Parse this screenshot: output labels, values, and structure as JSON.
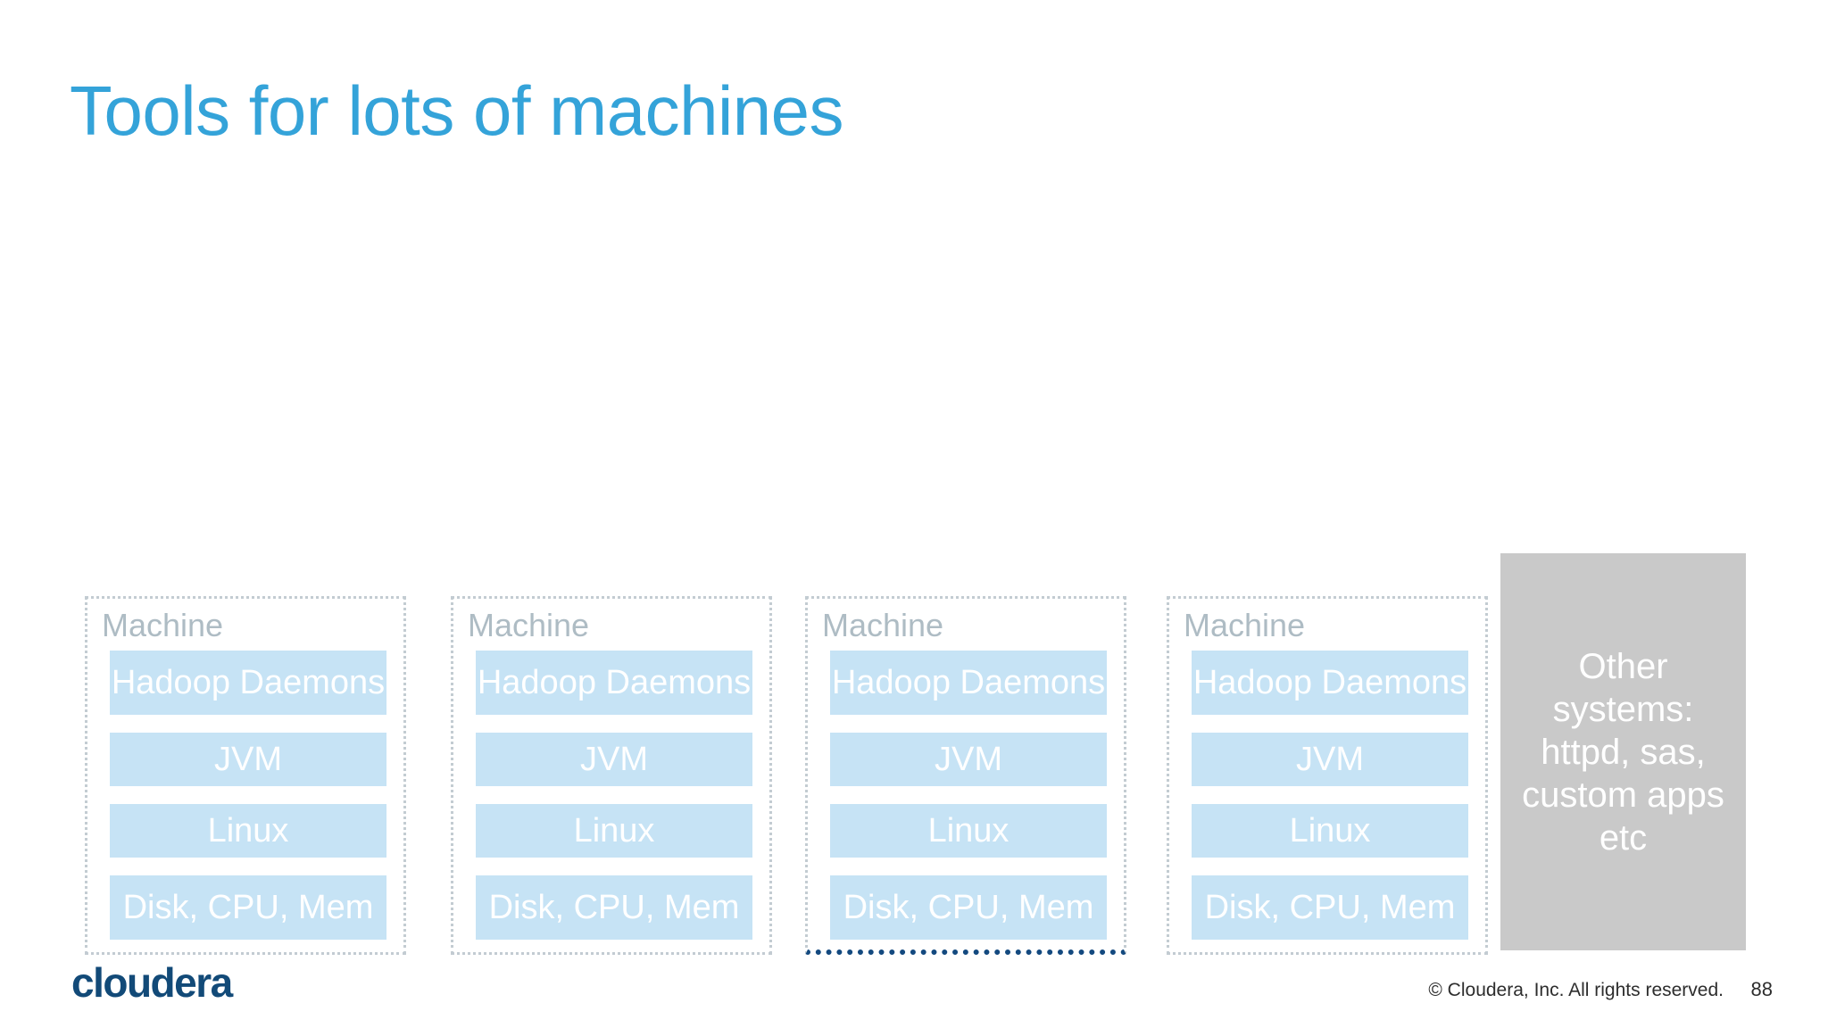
{
  "slide": {
    "title": "Tools for lots of machines",
    "background_color": "#ffffff",
    "title_color": "#34a3d9"
  },
  "machines": [
    {
      "label": "Machine",
      "highlighted": false,
      "layers": [
        {
          "name": "Hadoop Daemons"
        },
        {
          "name": "JVM"
        },
        {
          "name": "Linux"
        },
        {
          "name": "Disk, CPU, Mem"
        }
      ]
    },
    {
      "label": "Machine",
      "highlighted": false,
      "layers": [
        {
          "name": "Hadoop Daemons"
        },
        {
          "name": "JVM"
        },
        {
          "name": "Linux"
        },
        {
          "name": "Disk, CPU, Mem"
        }
      ]
    },
    {
      "label": "Machine",
      "highlighted": true,
      "layers": [
        {
          "name": "Hadoop Daemons"
        },
        {
          "name": "JVM"
        },
        {
          "name": "Linux"
        },
        {
          "name": "Disk, CPU, Mem"
        }
      ]
    },
    {
      "label": "Machine",
      "highlighted": false,
      "layers": [
        {
          "name": "Hadoop Daemons"
        },
        {
          "name": "JVM"
        },
        {
          "name": "Linux"
        },
        {
          "name": "Disk, CPU, Mem"
        }
      ]
    }
  ],
  "other_systems": {
    "text": "Other systems: httpd, sas, custom apps etc",
    "fill_color": "#c9c9c9",
    "text_color": "#ffffff"
  },
  "footer": {
    "logo_text": "cloudera",
    "logo_color": "#124a78",
    "copyright": "© Cloudera, Inc. All rights reserved.",
    "page_number": "88"
  },
  "colors": {
    "layer_fill": "#c6e3f5",
    "machine_border": "#c3ccd2",
    "machine_border_highlight": "#13497f",
    "machine_label": "#aebcc4"
  }
}
